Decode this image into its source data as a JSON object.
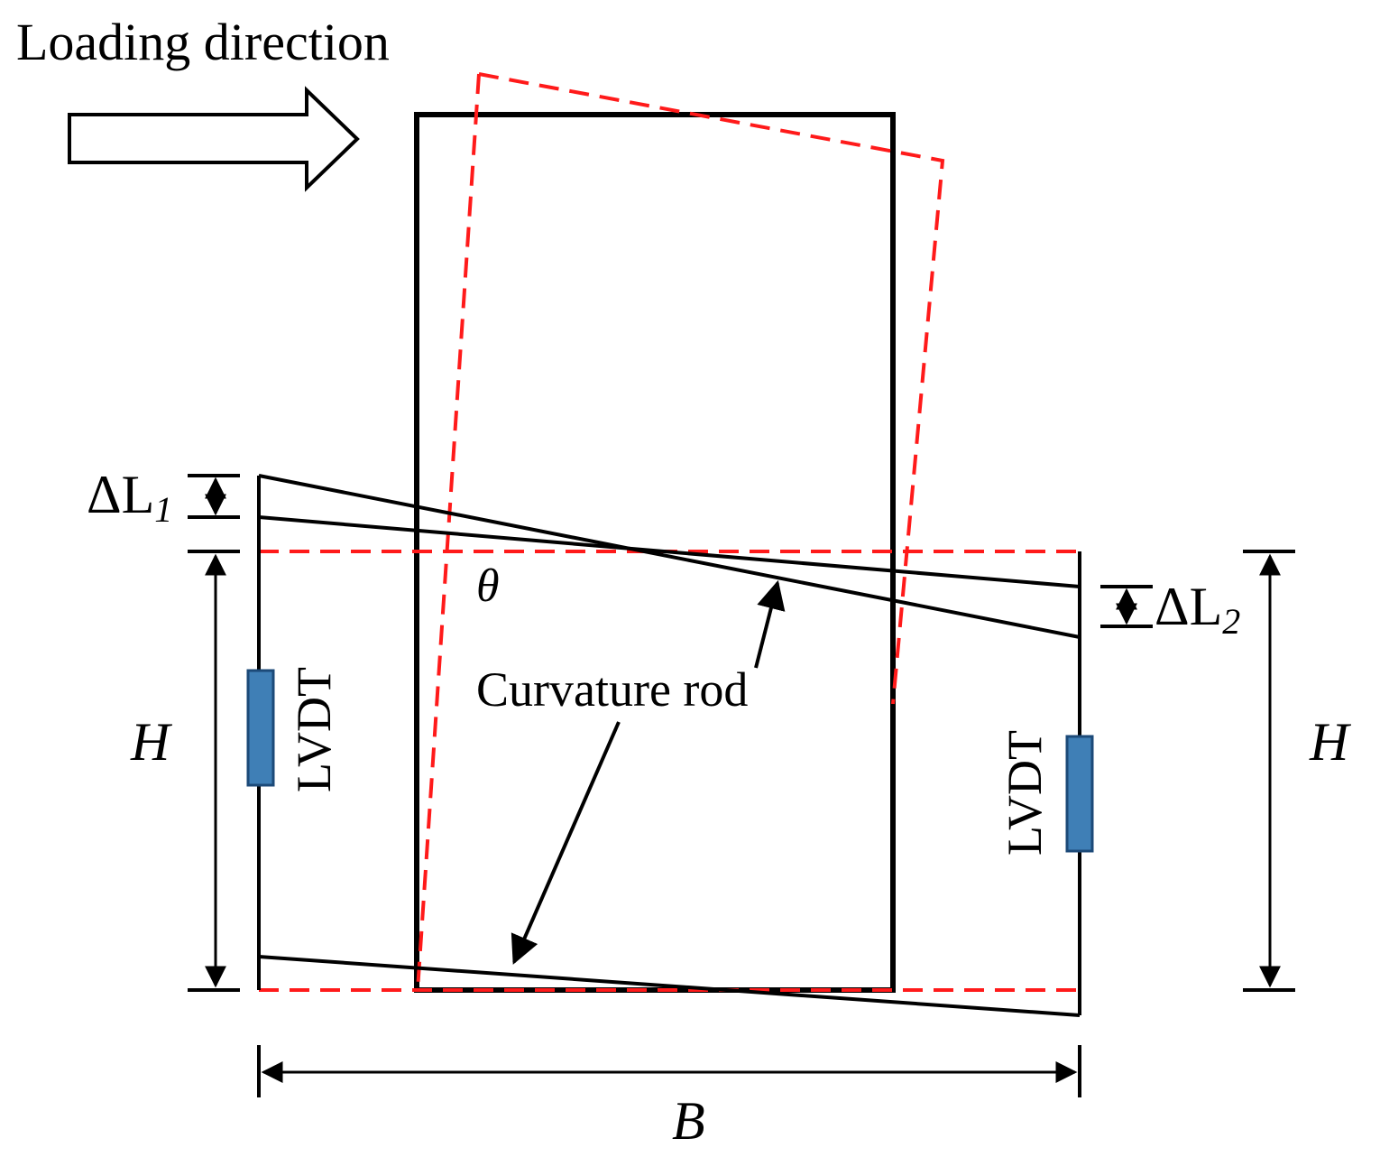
{
  "title": "Loading direction",
  "labels": {
    "delta_l1": "ΔL",
    "delta_l1_sub": "1",
    "delta_l2": "ΔL",
    "delta_l2_sub": "2",
    "theta": "θ",
    "curvature_rod": "Curvature rod",
    "lvdt_left": "LVDT",
    "lvdt_right": "LVDT",
    "h_left": "H",
    "h_right": "H",
    "b": "B"
  },
  "colors": {
    "outline": "#000000",
    "deformed": "#ff1a1a",
    "lvdt_fill": "#3f7fb6",
    "lvdt_stroke": "#1c4a78"
  }
}
